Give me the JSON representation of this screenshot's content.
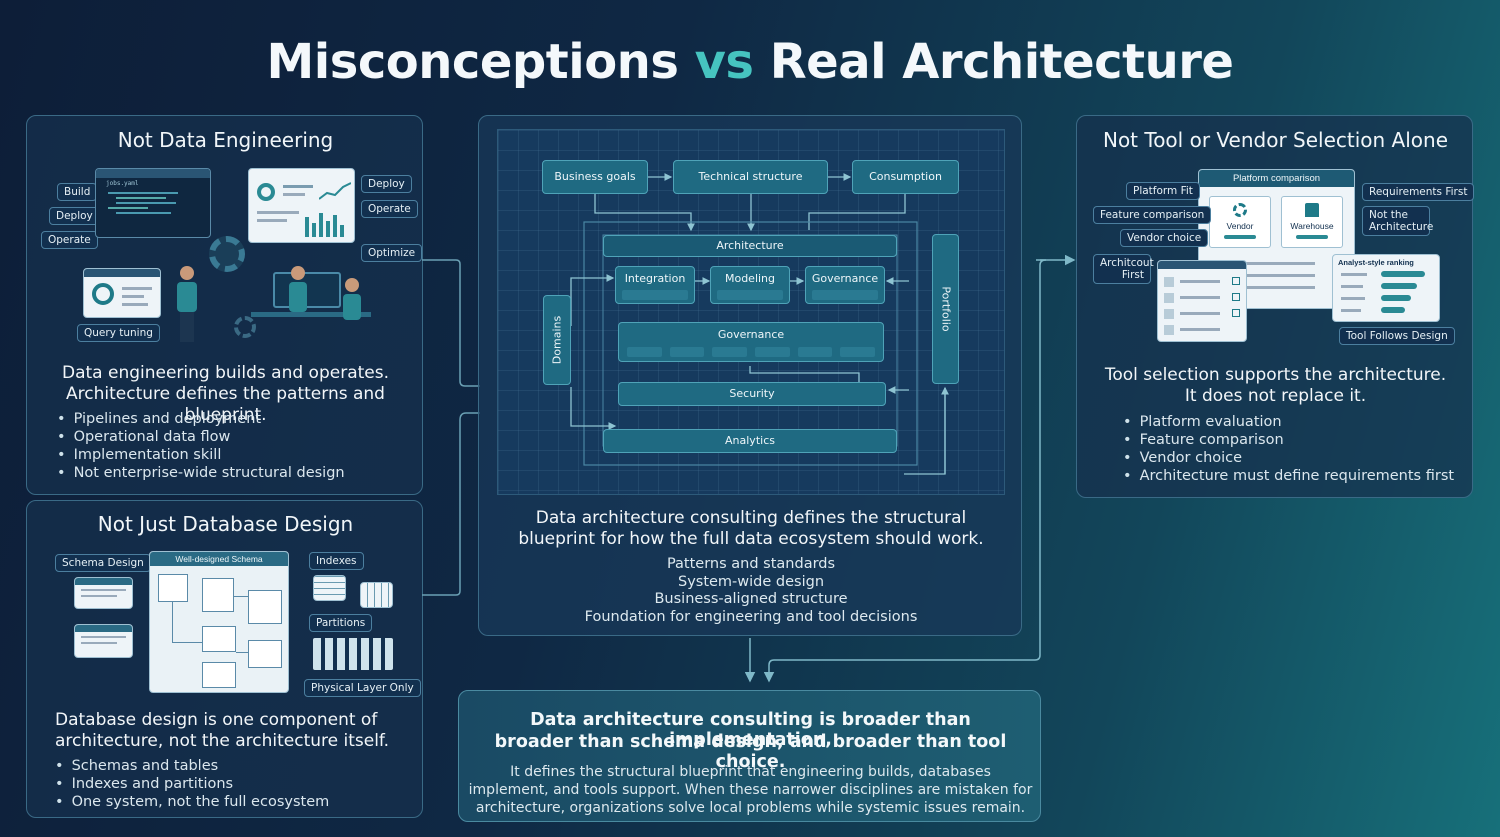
{
  "title": {
    "part1": "Misconceptions",
    "vs": "vs",
    "part2": "Real Architecture"
  },
  "left_top": {
    "title": "Not Data Engineering",
    "tags": [
      "Build",
      "Deploy",
      "Operate",
      "Deploy",
      "Operate",
      "Optimize",
      "Query tuning"
    ],
    "code_label": "jobs.yaml",
    "summary_line1": "Data engineering builds and operates.",
    "summary_line2": "Architecture defines the patterns and blueprint.",
    "bullets": [
      "Pipelines and deployment",
      "Operational data flow",
      "Implementation skill",
      "Not enterprise-wide structural design"
    ]
  },
  "left_bottom": {
    "title": "Not Just Database Design",
    "schema_tag": "Schema Design",
    "schema_header": "Well-designed Schema",
    "indexes_tag": "Indexes",
    "partitions_tag": "Partitions",
    "physical_tag": "Physical Layer Only",
    "summary_line1": "Database design is one component of",
    "summary_line2": "architecture, not the architecture itself.",
    "bullets": [
      "Schemas and tables",
      "Indexes and partitions",
      "One system, not the full ecosystem"
    ]
  },
  "center": {
    "top_boxes": [
      "Business goals",
      "Technical structure",
      "Consumption"
    ],
    "architecture": "Architecture",
    "inner_boxes": [
      "Integration",
      "Modeling",
      "Governance"
    ],
    "governance": "Governance",
    "security": "Security",
    "analytics": "Analytics",
    "domains": "Domains",
    "portfolio": "Portfolio",
    "summary_line1": "Data architecture consulting defines the structural",
    "summary_line2": "blueprint for how the full data ecosystem should work.",
    "list": [
      "Patterns and standards",
      "System-wide design",
      "Business-aligned structure",
      "Foundation for engineering and tool decisions"
    ]
  },
  "right": {
    "title": "Not Tool or Vendor Selection Alone",
    "platform_header": "Platform comparison",
    "vendor_label": "Vendor",
    "warehouse_label": "Warehouse",
    "left_tags": [
      "Platform Fit",
      "Feature comparison",
      "Vendor choice",
      "Architcout First"
    ],
    "right_tags": [
      "Requirements First",
      "Not the Architecture"
    ],
    "ranking_header": "Analyst-style ranking",
    "follows_tag": "Tool Follows Design",
    "summary_line1": "Tool selection supports the architecture.",
    "summary_line2": "It does not replace it.",
    "bullets": [
      "Platform evaluation",
      "Feature comparison",
      "Vendor choice",
      "Architecture must define requirements first"
    ]
  },
  "bottom": {
    "headline1": "Data architecture consulting is broader than implementation,",
    "headline2": "broader than schema design, and broader than tool choice.",
    "body1": "It defines the structural blueprint that engineering builds, databases",
    "body2": "implement, and tools support. When these narrower disciplines are mistaken for",
    "body3": "architecture, organizations solve local problems while systemic issues remain."
  },
  "colors": {
    "accent": "#46c4c0",
    "panel_border": "#3a6a86",
    "box_fill": "#1f6a82"
  }
}
